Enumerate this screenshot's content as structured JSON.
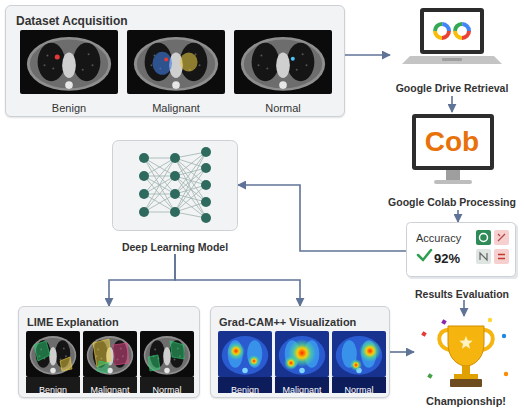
{
  "diagram": {
    "nodes": [
      {
        "text": [
          "Dataset Acquisition"
        ]
      },
      {
        "text": [
          "Benign"
        ],
        "in": 0
      },
      {
        "text": [
          "Malignant"
        ],
        "in": 0
      },
      {
        "text": [
          "Normal"
        ],
        "in": 0
      },
      {
        "text": [
          "Google Drive Retrieval"
        ]
      },
      {
        "text": [
          "Cob",
          "Google Colab Processing"
        ]
      },
      {
        "text": [
          "Deep Learning Model"
        ]
      },
      {
        "text": [
          "Accuracy",
          "92%",
          "Results Evaluation"
        ]
      },
      {
        "text": [
          "LIME Explanation"
        ]
      },
      {
        "text": [
          "Benign"
        ],
        "in": 8
      },
      {
        "text": [
          "Malignant"
        ],
        "in": 8
      },
      {
        "text": [
          "Normal"
        ],
        "in": 8
      },
      {
        "text": [
          "Grad-CAM++ Visualization"
        ]
      },
      {
        "text": [
          "Benign"
        ],
        "in": 12
      },
      {
        "text": [
          "Malignant"
        ],
        "in": 12
      },
      {
        "text": [
          "Normal"
        ],
        "in": 12
      },
      {
        "text": [
          "Championship!"
        ]
      }
    ],
    "edges": [
      {
        "from": 0,
        "to": 4,
        "arrow": "to"
      },
      {
        "from": 4,
        "to": 5,
        "arrow": "to"
      },
      {
        "from": 5,
        "to": 7,
        "arrow": "to"
      },
      {
        "from": 7,
        "to": 6,
        "arrow": "to"
      },
      {
        "from": 6,
        "to": 8,
        "arrow": "to"
      },
      {
        "from": 6,
        "to": 12,
        "arrow": "to"
      },
      {
        "from": 12,
        "to": 16,
        "arrow": "to"
      },
      {
        "from": 7,
        "to": 16,
        "arrow": "to"
      }
    ]
  }
}
